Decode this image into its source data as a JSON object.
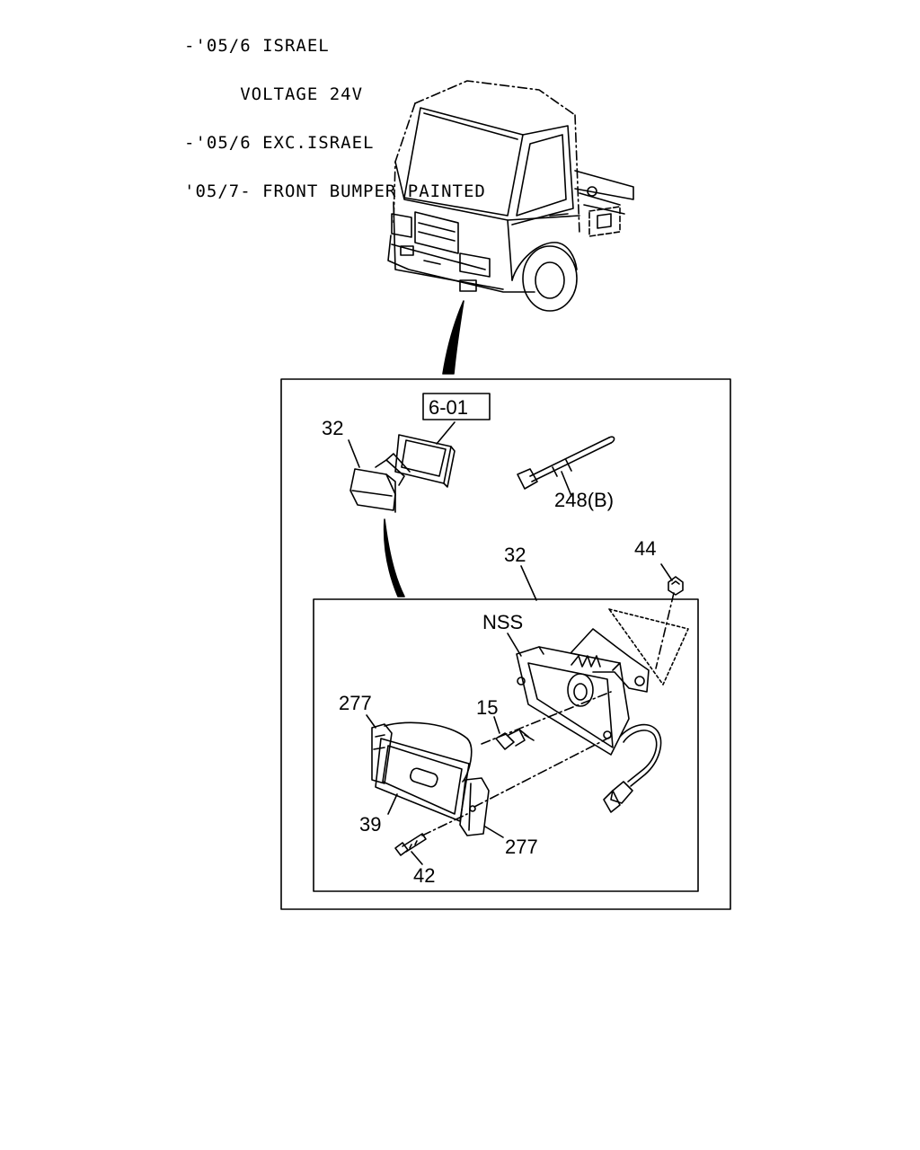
{
  "header": {
    "lines": [
      "-'05/6 ISRAEL",
      "     VOLTAGE 24V",
      "-'05/6 EXC.ISRAEL",
      "'05/7- FRONT BUMPER PAINTED"
    ]
  },
  "callouts": {
    "ref_box": "6-01",
    "c32_top": "32",
    "c248": "248(B)",
    "c32_mid": "32",
    "c44": "44",
    "nss": "NSS",
    "c15": "15",
    "c277_left": "277",
    "c39": "39",
    "c277_right": "277",
    "c42": "42"
  }
}
